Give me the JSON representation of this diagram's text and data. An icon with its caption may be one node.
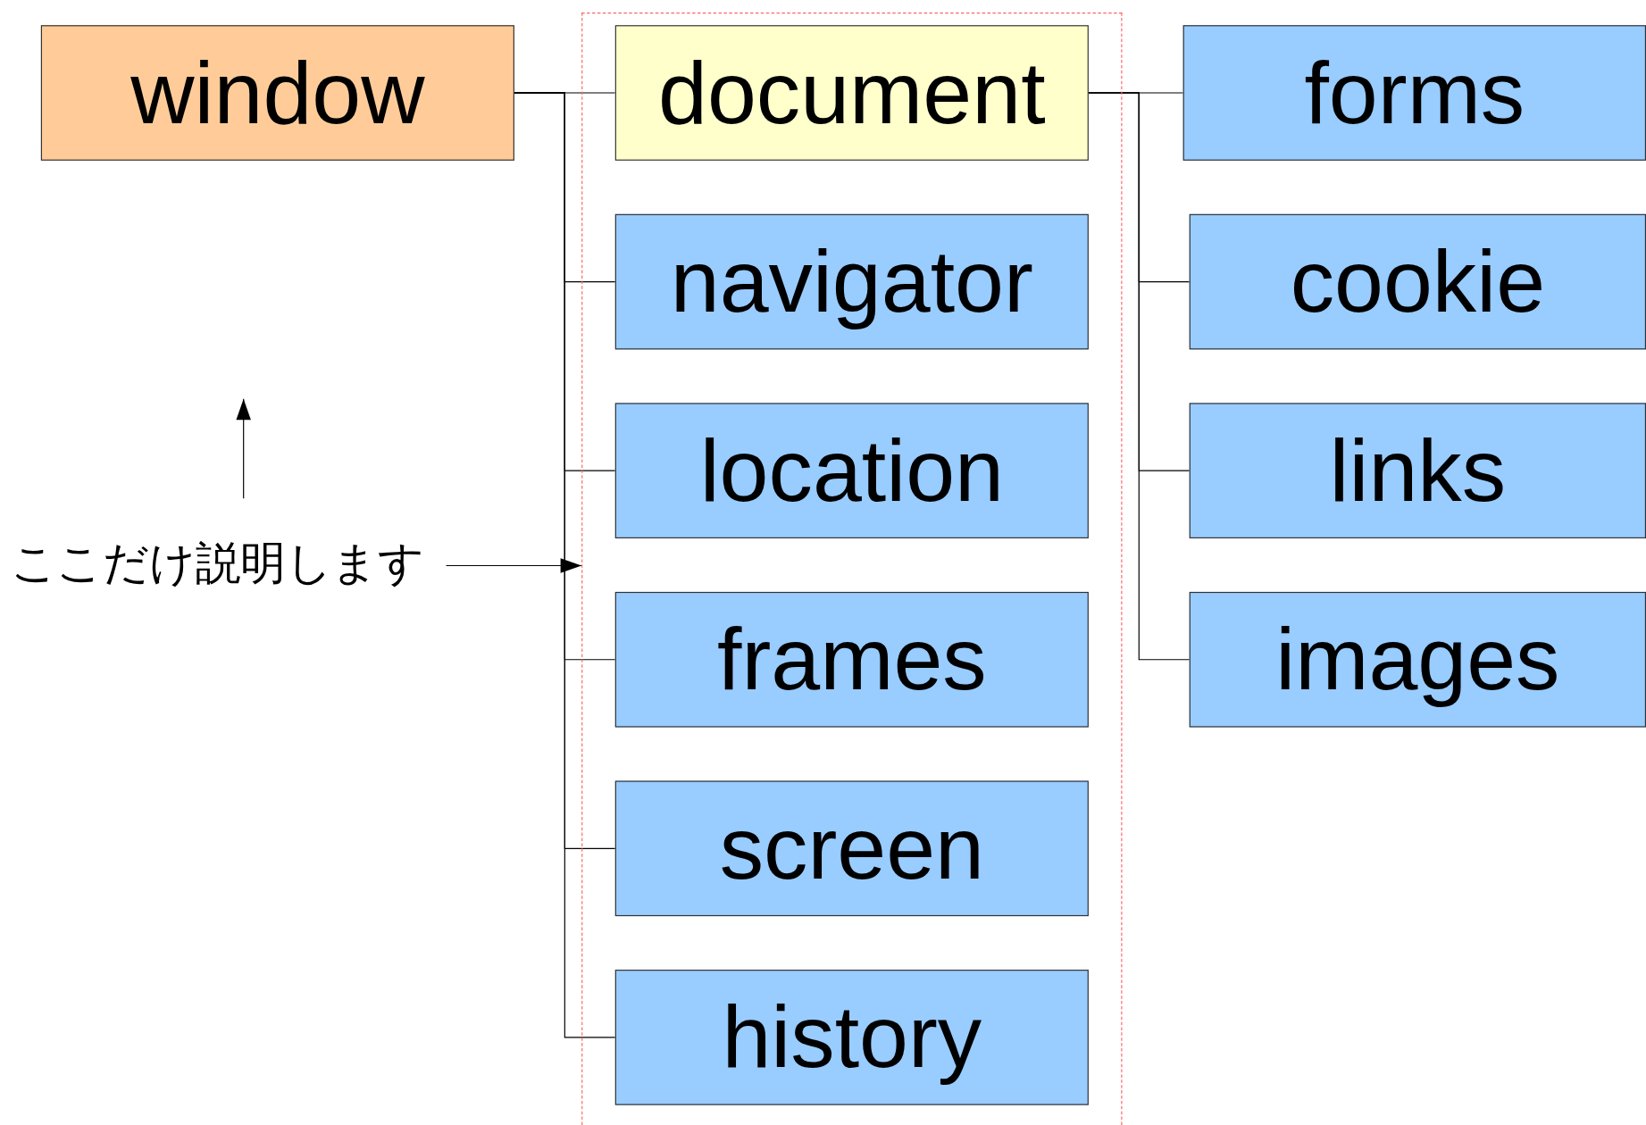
{
  "diagram": {
    "nodes": [
      {
        "text": [
          "window"
        ]
      },
      {
        "text": [],
        "shape": "box"
      },
      {
        "text": [
          "document"
        ],
        "in": 1
      },
      {
        "text": [
          "navigator"
        ],
        "in": 1
      },
      {
        "text": [
          "location"
        ],
        "in": 1
      },
      {
        "text": [
          "frames"
        ],
        "in": 1
      },
      {
        "text": [
          "screen"
        ],
        "in": 1
      },
      {
        "text": [
          "history"
        ],
        "in": 1
      },
      {
        "text": [
          "forms"
        ]
      },
      {
        "text": [
          "cookie"
        ]
      },
      {
        "text": [
          "links"
        ]
      },
      {
        "text": [
          "images"
        ]
      },
      {
        "text": [
          "ここだけ説明します"
        ]
      }
    ],
    "edges": [
      {
        "from": 0,
        "to": 2,
        "arrow": "none"
      },
      {
        "from": 0,
        "to": 3,
        "arrow": "none"
      },
      {
        "from": 0,
        "to": 4,
        "arrow": "none"
      },
      {
        "from": 0,
        "to": 5,
        "arrow": "none"
      },
      {
        "from": 0,
        "to": 6,
        "arrow": "none"
      },
      {
        "from": 0,
        "to": 7,
        "arrow": "none"
      },
      {
        "from": 2,
        "to": 8,
        "arrow": "none"
      },
      {
        "from": 2,
        "to": 9,
        "arrow": "none"
      },
      {
        "from": 2,
        "to": 10,
        "arrow": "none"
      },
      {
        "from": 2,
        "to": 11,
        "arrow": "none"
      },
      {
        "from": 12,
        "to": 1,
        "arrow": "to"
      }
    ]
  }
}
